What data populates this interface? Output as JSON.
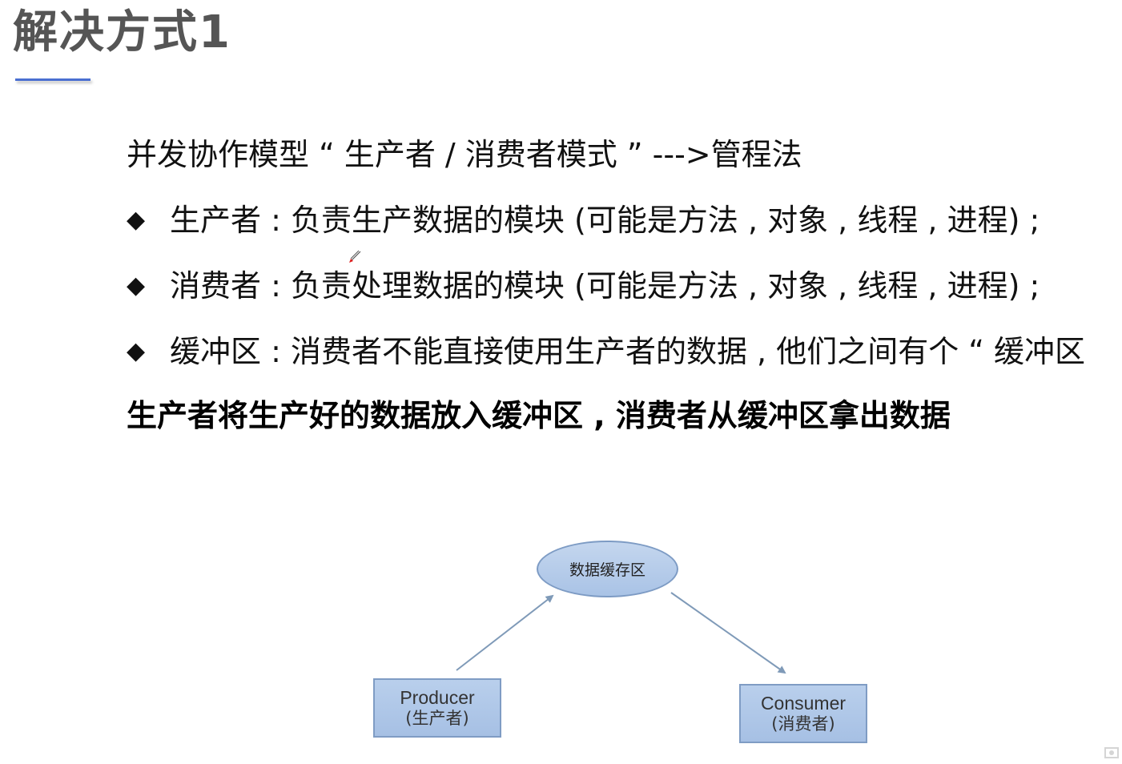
{
  "slide": {
    "title": "解决方式1",
    "accent_color": "#4a6fd1",
    "title_color": "#555555"
  },
  "content": {
    "intro": "并发协作模型 “ 生产者 / 消费者模式 ” --->管程法",
    "bullets": [
      {
        "icon": "diamond-bullet",
        "symbol": "◆",
        "text": "生产者 : 负责生产数据的模块 (可能是方法 , 对象 , 线程 , 进程) ;"
      },
      {
        "icon": "diamond-bullet",
        "symbol": "◆",
        "text": "消费者 : 负责处理数据的模块 (可能是方法 , 对象 , 线程 , 进程) ;"
      },
      {
        "icon": "diamond-bullet",
        "symbol": "◆",
        "text": "缓冲区 : 消费者不能直接使用生产者的数据 , 他们之间有个 “ 缓冲区"
      }
    ],
    "summary": "生产者将生产好的数据放入缓冲区 , 消费者从缓冲区拿出数据"
  },
  "diagram": {
    "nodes": {
      "buffer": {
        "label": "数据缓存区",
        "shape": "ellipse"
      },
      "producer": {
        "label_en": "Producer",
        "label_zh": "(生产者)",
        "shape": "rectangle"
      },
      "consumer": {
        "label_en": "Consumer",
        "label_zh": "(消费者)",
        "shape": "rectangle"
      }
    },
    "edges": [
      {
        "from": "producer",
        "to": "buffer"
      },
      {
        "from": "buffer",
        "to": "consumer"
      }
    ],
    "colors": {
      "node_fill": "#b4cbea",
      "node_border": "#7d9bc4",
      "arrow": "#7f9ab8"
    }
  }
}
